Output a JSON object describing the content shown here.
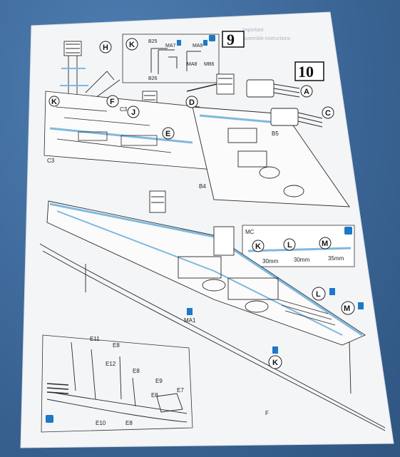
{
  "steps": {
    "step9": "9",
    "step10": "10"
  },
  "faint_header": [
    "Important",
    "assemble instructions"
  ],
  "step9": {
    "callouts": {
      "H": "H",
      "K": "K",
      "F": "F",
      "J": "J",
      "E": "E",
      "C_partial": "K"
    },
    "parts": {
      "C3a": "C3",
      "C3b": "C3",
      "B25": "B25",
      "B26": "B26",
      "MA7": "MA7",
      "MA9": "MA9",
      "MA8": "MA8",
      "MB6": "MB6"
    }
  },
  "step10": {
    "callouts": {
      "A": "A",
      "C": "C",
      "D": "D"
    },
    "parts": {
      "B5": "B5",
      "B4": "B4"
    }
  },
  "mc_box": {
    "title": "MC",
    "letters": [
      "K",
      "L",
      "M"
    ],
    "measures": [
      "30mm",
      "30mm",
      "35mm"
    ]
  },
  "main": {
    "callouts": {
      "L": "L",
      "M": "M",
      "K": "K"
    },
    "parts": {
      "MA1": "MA1",
      "F": "F"
    }
  },
  "inset": {
    "parts": {
      "E11": "E11",
      "E8a": "E8",
      "E12": "E12",
      "E8b": "E8",
      "E9": "E9",
      "E8c": "E8",
      "E7": "E7",
      "E10": "E10",
      "E8d": "E8"
    }
  },
  "colors": {
    "paper": "#f5f6f8",
    "blue_tint": "#8fc4e6",
    "line": "#2a2a2a",
    "backdrop": "#3f6b9c",
    "icon_blue": "#1d78c8"
  },
  "icons": [
    "glue-icon",
    "cement-icon",
    "paint-icon"
  ]
}
